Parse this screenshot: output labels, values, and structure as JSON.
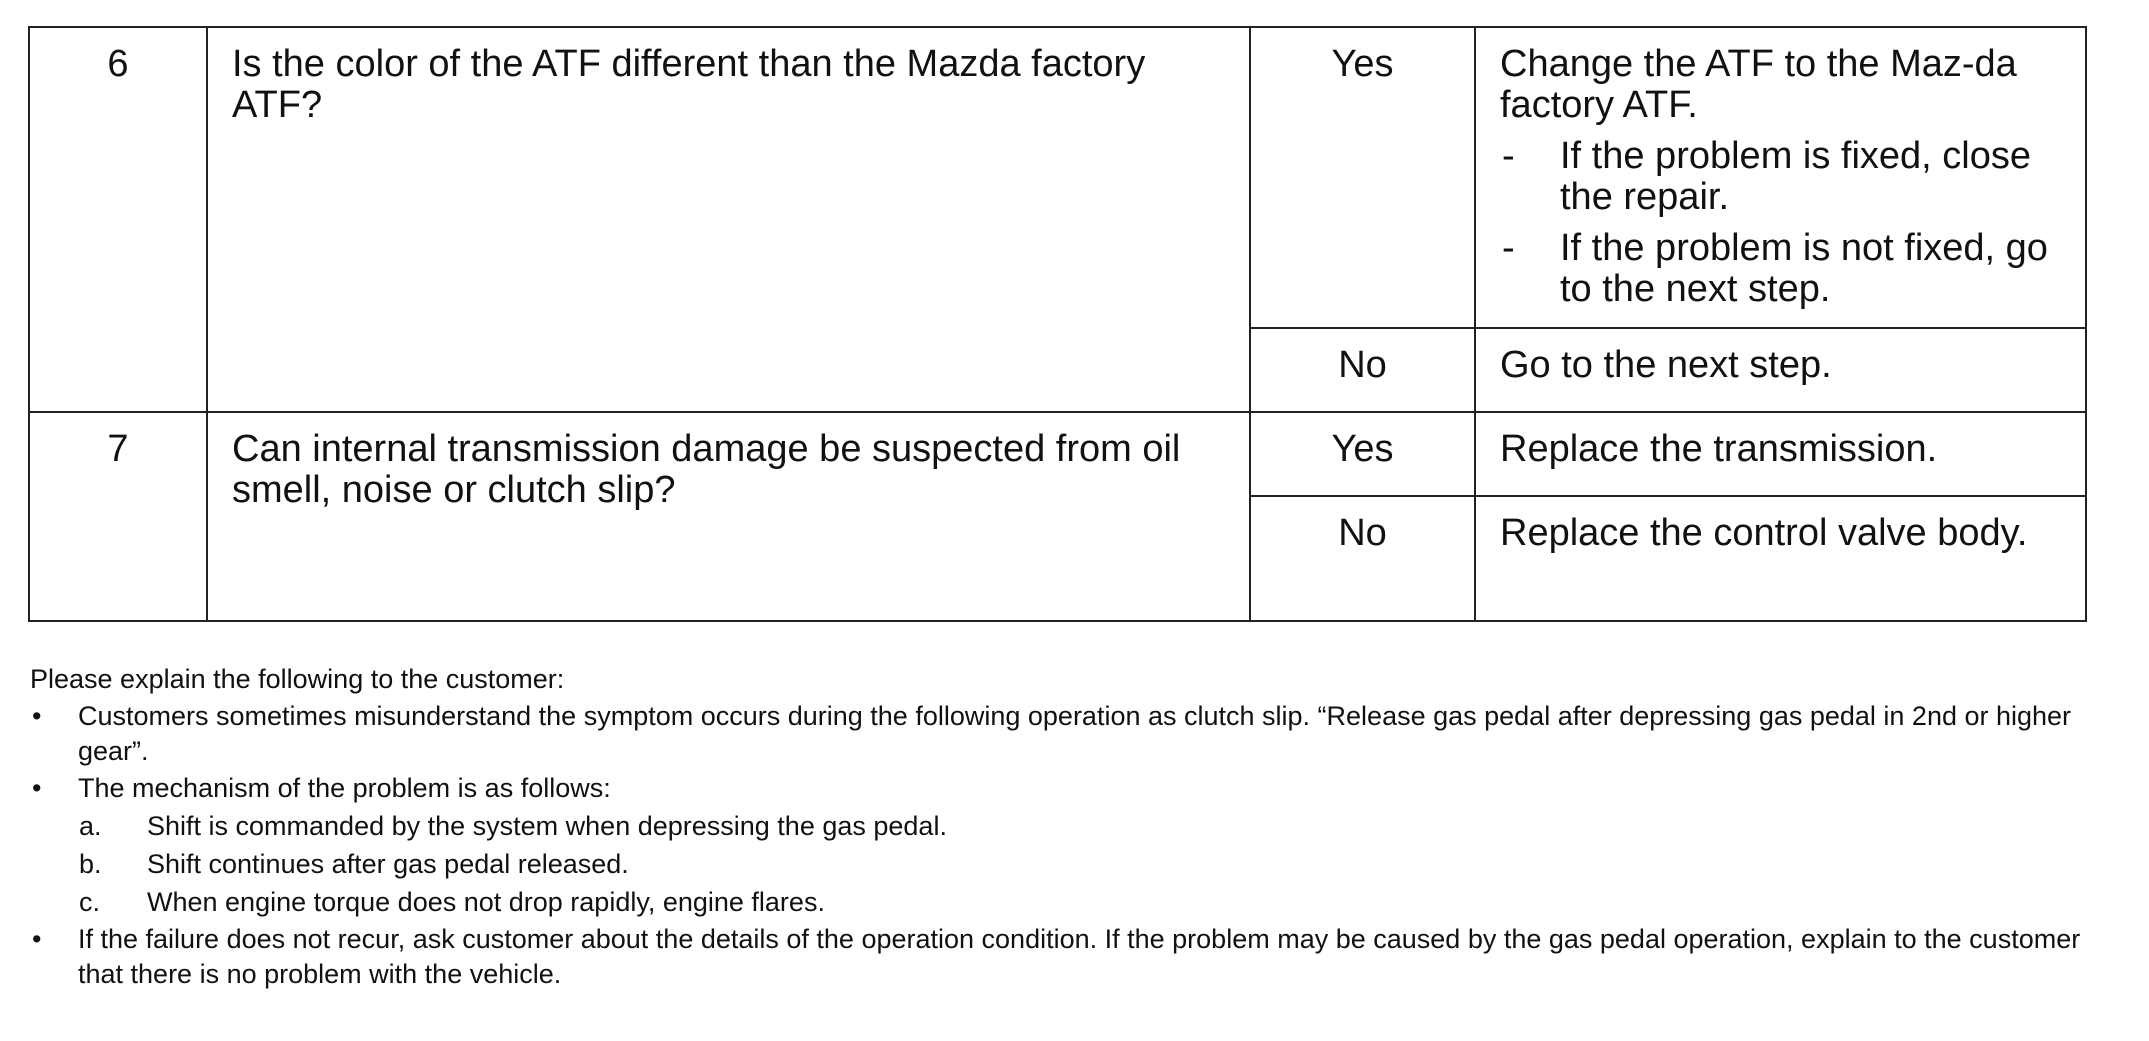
{
  "table": {
    "rows": [
      {
        "step": "6",
        "question": "Is the color of the ATF different than the Mazda factory ATF?",
        "answers": [
          {
            "answer": "Yes",
            "action": "Change the ATF to the Maz-da factory ATF.",
            "sub_items": [
              {
                "marker": "-",
                "text": "If the problem is fixed, close the repair."
              },
              {
                "marker": "-",
                "text": "If the problem is not fixed, go to the next step."
              }
            ]
          },
          {
            "answer": "No",
            "action": "Go to the next step."
          }
        ]
      },
      {
        "step": "7",
        "question": "Can internal transmission damage be suspected from oil smell, noise or clutch slip?",
        "answers": [
          {
            "answer": "Yes",
            "action": "Replace the transmission."
          },
          {
            "answer": "No",
            "action": "Replace the control valve body."
          }
        ]
      }
    ]
  },
  "notes": {
    "intro": "Please explain the following to the customer:",
    "bullets": [
      {
        "marker": "•",
        "text": "Customers sometimes misunderstand the symptom occurs during the following operation as clutch slip. “Release gas pedal after depressing gas pedal in 2nd or higher gear”."
      },
      {
        "marker": "•",
        "text": "The mechanism of the problem is as follows:",
        "sub_items": [
          {
            "marker": "a.",
            "text": "Shift is commanded by the system when depressing the gas pedal."
          },
          {
            "marker": "b.",
            "text": "Shift continues after gas pedal released."
          },
          {
            "marker": "c.",
            "text": "When engine torque does not drop rapidly, engine flares."
          }
        ]
      },
      {
        "marker": "•",
        "text": "If the failure does not recur, ask customer about the details of the operation condition. If the problem may be caused by the gas pedal operation, explain to the customer that there is no problem with the vehicle."
      }
    ]
  }
}
